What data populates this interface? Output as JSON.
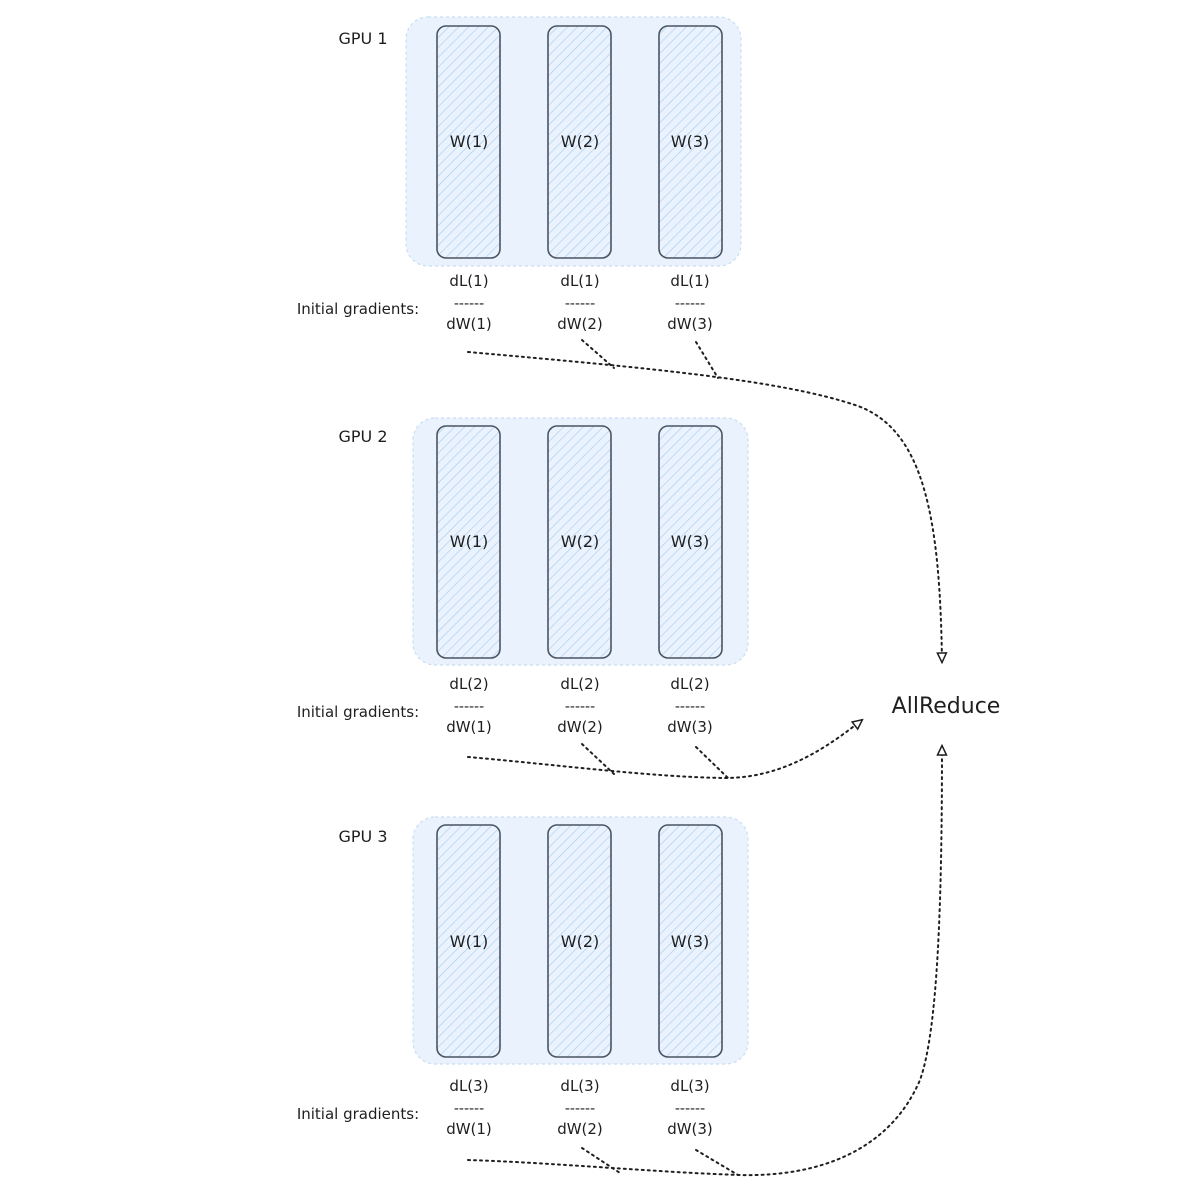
{
  "target": {
    "label": "AllReduce"
  },
  "row_label": "Initial gradients:",
  "separator": "------",
  "colors": {
    "group_fill": "#eaf3fd",
    "group_border": "#c7ddf3",
    "box_border": "#4a5563",
    "hatch": "#a7cdf0",
    "link": "#1f1f1f",
    "text": "#1f1f1f"
  },
  "gpus": [
    {
      "name": "GPU 1",
      "weights": [
        "W(1)",
        "W(2)",
        "W(3)"
      ],
      "gradients": [
        {
          "top": "dL(1)",
          "bottom": "dW(1)"
        },
        {
          "top": "dL(1)",
          "bottom": "dW(2)"
        },
        {
          "top": "dL(1)",
          "bottom": "dW(3)"
        }
      ]
    },
    {
      "name": "GPU 2",
      "weights": [
        "W(1)",
        "W(2)",
        "W(3)"
      ],
      "gradients": [
        {
          "top": "dL(2)",
          "bottom": "dW(1)"
        },
        {
          "top": "dL(2)",
          "bottom": "dW(2)"
        },
        {
          "top": "dL(2)",
          "bottom": "dW(3)"
        }
      ]
    },
    {
      "name": "GPU 3",
      "weights": [
        "W(1)",
        "W(2)",
        "W(3)"
      ],
      "gradients": [
        {
          "top": "dL(3)",
          "bottom": "dW(1)"
        },
        {
          "top": "dL(3)",
          "bottom": "dW(2)"
        },
        {
          "top": "dL(3)",
          "bottom": "dW(3)"
        }
      ]
    }
  ]
}
